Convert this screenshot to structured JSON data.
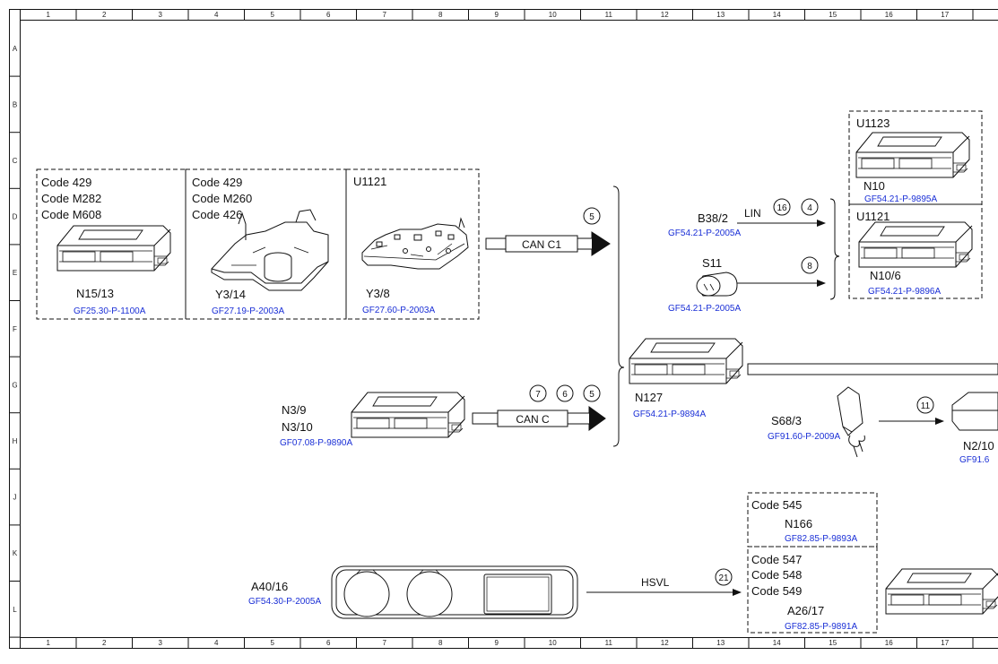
{
  "grid": {
    "columns": [
      "1",
      "2",
      "3",
      "4",
      "5",
      "6",
      "7",
      "8",
      "9",
      "10",
      "11",
      "12",
      "13",
      "14",
      "15",
      "16",
      "17"
    ],
    "rows": [
      "A",
      "B",
      "C",
      "D",
      "E",
      "F",
      "G",
      "H",
      "J",
      "K",
      "L"
    ]
  },
  "colors": {
    "reference_link": "#1a2fd6",
    "line": "#111111"
  },
  "components": [
    {
      "id": "n15_13",
      "codes": [
        "Code 429",
        "Code M282",
        "Code M608"
      ],
      "label": "N15/13",
      "ref": "GF25.30-P-1100A",
      "icon": "control-unit-icon"
    },
    {
      "id": "y3_14",
      "codes": [
        "Code 429",
        "Code M260",
        "Code 426"
      ],
      "label": "Y3/14",
      "ref": "GF27.19-P-2003A",
      "icon": "valve-body-icon"
    },
    {
      "id": "y3_8",
      "codes": [
        "U1121"
      ],
      "label": "Y3/8",
      "ref": "GF27.60-P-2003A",
      "icon": "circuit-board-icon"
    },
    {
      "id": "n3_9",
      "codes": [],
      "label": "N3/9",
      "label2": "N3/10",
      "ref": "GF07.08-P-9890A",
      "icon": "control-unit-icon"
    },
    {
      "id": "b38_2",
      "codes": [],
      "label": "B38/2",
      "ref": "GF54.21-P-2005A",
      "icon": ""
    },
    {
      "id": "s11",
      "codes": [],
      "label": "S11",
      "ref": "GF54.21-P-2005A",
      "icon": "switch-icon"
    },
    {
      "id": "n10",
      "codes": [
        "U1123"
      ],
      "label": "N10",
      "ref": "GF54.21-P-9895A",
      "icon": "control-unit-icon"
    },
    {
      "id": "n10_6",
      "codes": [
        "U1121"
      ],
      "label": "N10/6",
      "ref": "GF54.21-P-9896A",
      "icon": "control-unit-icon"
    },
    {
      "id": "n127",
      "codes": [],
      "label": "N127",
      "ref": "GF54.21-P-9894A",
      "icon": "control-unit-icon"
    },
    {
      "id": "s68_3",
      "codes": [],
      "label": "S68/3",
      "ref": "GF91.60-P-2009A",
      "icon": "seat-belt-buckle-icon"
    },
    {
      "id": "n2_10",
      "codes": [],
      "label": "N2/10",
      "ref": "GF91.6",
      "icon": "control-unit-icon"
    },
    {
      "id": "n166",
      "codes": [
        "Code 545"
      ],
      "label": "N166",
      "ref": "GF82.85-P-9893A",
      "icon": ""
    },
    {
      "id": "a26_17",
      "codes": [
        "Code 547",
        "Code 548",
        "Code 549"
      ],
      "label": "A26/17",
      "ref": "GF82.85-P-9891A",
      "icon": "control-unit-icon"
    },
    {
      "id": "a40_16",
      "codes": [],
      "label": "A40/16",
      "ref": "GF54.30-P-2005A",
      "icon": "instrument-cluster-icon"
    }
  ],
  "buses": [
    {
      "id": "can_c1",
      "label": "CAN C1"
    },
    {
      "id": "can_c",
      "label": "CAN C"
    },
    {
      "id": "lin",
      "label": "LIN"
    },
    {
      "id": "hsvl",
      "label": "HSVL"
    }
  ],
  "markers": [
    "5",
    "7",
    "6",
    "5",
    "16",
    "4",
    "8",
    "11",
    "21"
  ]
}
